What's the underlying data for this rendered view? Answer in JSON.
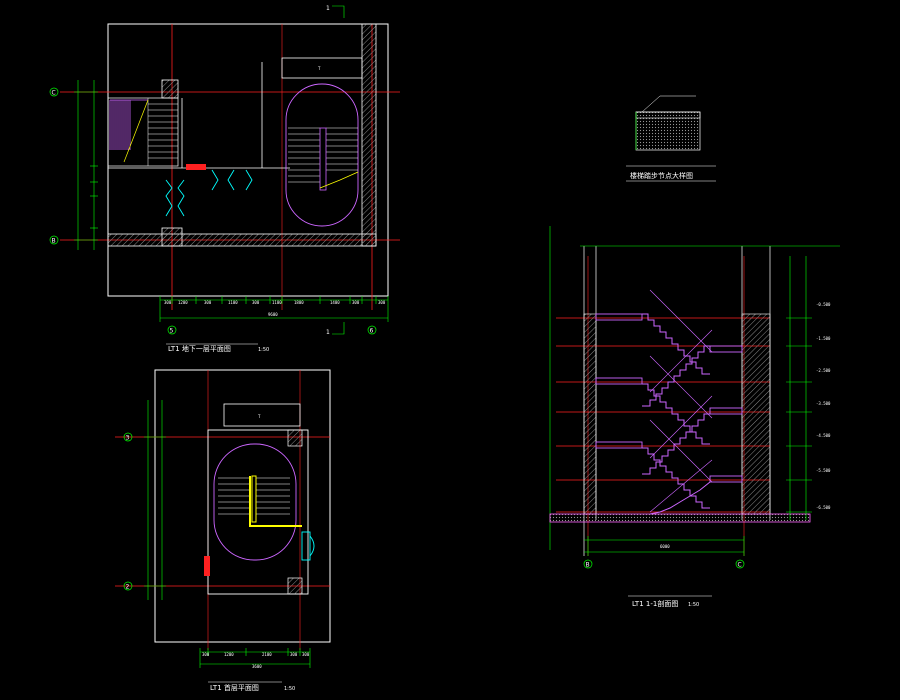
{
  "drawing_titles": {
    "basement_plan": "LT1 地下一层平面图",
    "basement_plan_scale": "1:50",
    "ground_plan": "LT1 首层平面图",
    "ground_plan_scale": "1:50",
    "section": "LT1 1-1剖面图",
    "section_scale": "1:50",
    "detail": "楼梯踏步节点大样图"
  },
  "grid_labels": {
    "basement_left_top": "C",
    "basement_left_bottom": "B",
    "basement_bottom_left": "5",
    "basement_bottom_right": "6",
    "ground_left_top": "3",
    "ground_left_bottom": "2",
    "section_bottom_left": "B",
    "section_bottom_right": "C"
  },
  "section_cut_marks": {
    "top": "1",
    "bottom": "1"
  },
  "basement_dims": [
    "300",
    "1200",
    "300",
    "1100",
    "300",
    "1100",
    "300",
    "1800",
    "1400",
    "300",
    "300"
  ],
  "basement_total": "9600",
  "ground_dims": [
    "300",
    "1200",
    "2100",
    "300",
    "300"
  ],
  "ground_total": "3600",
  "section_dims_total": "6000",
  "elevations": [
    "-0.500",
    "-1.500",
    "-2.500",
    "-3.500",
    "-4.500",
    "-5.500",
    "-6.500"
  ],
  "colors": {
    "background": "#000000",
    "wall": "#ffffff",
    "axis": "#ff2020",
    "dimension": "#00ff00",
    "stair_rail": "#cc66ff",
    "stair_tread": "#ffffff",
    "annotation": "#ffff00",
    "door": "#00ffff"
  }
}
